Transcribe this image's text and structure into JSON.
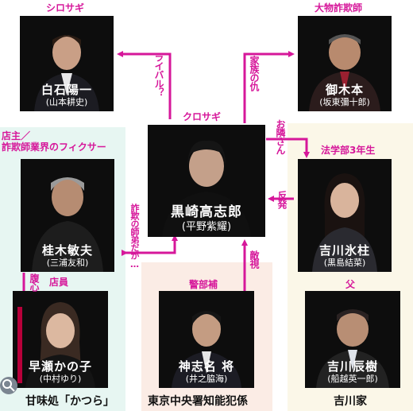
{
  "colors": {
    "accent": "#d6179a",
    "left_zone": "#e7f6f2",
    "center_zone": "#fbece5",
    "right_zone": "#fbf7e8"
  },
  "zones": {
    "kanmidokoro": "甘味処「かつら」",
    "tokyo_police": "東京中央署知能犯係",
    "yoshikawa_family": "吉川家"
  },
  "characters": {
    "shirasagi": {
      "role": "シロサギ",
      "name": "白石陽一",
      "actor": "(山本耕史)"
    },
    "omono": {
      "role": "大物詐欺師",
      "name": "御木本",
      "actor": "(坂東彌十郎)"
    },
    "kurosagi": {
      "role": "クロサギ",
      "name": "黒崎高志郎",
      "actor": "(平野紫耀)"
    },
    "katsuragi": {
      "role": "店主／\n詐欺師業界のフィクサー",
      "name": "桂木敏夫",
      "actor": "(三浦友和)"
    },
    "yoshikawa_hio": {
      "role": "法学部3年生",
      "name": "吉川氷柱",
      "actor": "(黒島結菜)"
    },
    "hayase": {
      "role": "店員",
      "name": "早瀬かの子",
      "actor": "(中村ゆり)"
    },
    "kamishina": {
      "role": "警部補",
      "name": "神志名 将",
      "actor": "(井之脇海)"
    },
    "yoshikawa_tatsuki": {
      "role": "父",
      "name": "吉川辰樹",
      "actor": "(船越英一郎)"
    }
  },
  "relations": {
    "rival": "ライバル？",
    "family_enemy": "家族の仇",
    "neighbor": "お隣さん",
    "backlash": "反発",
    "mentor": "詐欺の師弟だが…",
    "hostility": "敵視",
    "confidant": "腹心"
  },
  "icons": {
    "search": "search-icon"
  }
}
